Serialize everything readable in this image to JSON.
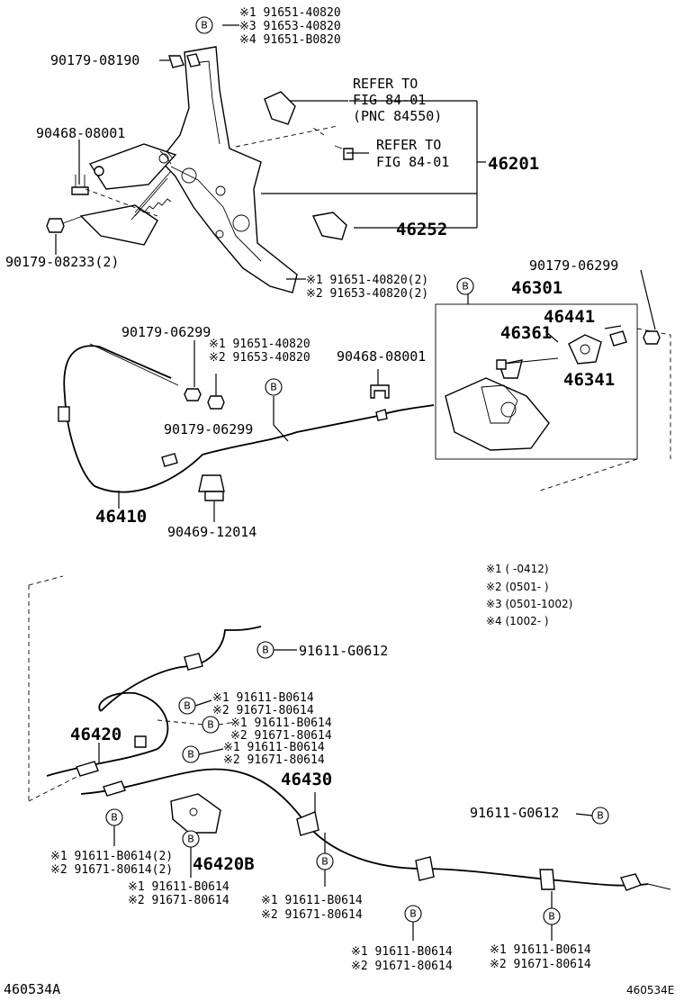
{
  "diagram": {
    "id_left": "460534A",
    "id_right": "460534E",
    "bolt_marker": "B",
    "legend": [
      "※1 (   -0412)",
      "※2 (0501-   )",
      "※3 (0501-1002)",
      "※4 (1002-   )"
    ],
    "labels": {
      "top_1": "※1 91651-40820",
      "top_2": "※3 91653-40820",
      "top_3": "※4 91651-B0820",
      "p90179_08190": "90179-08190",
      "refer1_a": "REFER TO",
      "refer1_b": "FIG 84-01",
      "refer1_c": "(PNC 84550)",
      "refer2_a": "REFER TO",
      "refer2_b": "FIG 84-01",
      "p46201": "46201",
      "p90468_top": "90468-08001",
      "p46252": "46252",
      "p90179_08233": "90179-08233(2)",
      "mid_1": "※1 91651-40820(2)",
      "mid_2": "※2 91653-40820(2)",
      "p90179_06299_r": "90179-06299",
      "p46301": "46301",
      "p46441": "46441",
      "p46361": "46361",
      "p46341": "46341",
      "p90179_06299_l": "90179-06299",
      "c_1": "※1 91651-40820",
      "c_2": "※2 91653-40820",
      "p90468_mid": "90468-08001",
      "p90179_06299_m": "90179-06299",
      "p46410": "46410",
      "p90469": "90469-12014",
      "g0612_a": "91611-G0612",
      "b1_1": "※1 91611-B0614",
      "b1_2": "※2 91671-80614",
      "b2_1": "※1 91611-B0614",
      "b2_2": "※2 91671-80614",
      "b3_1": "※1 91611-B0614",
      "b3_2": "※2 91671-80614",
      "p46420": "46420",
      "p46430": "46430",
      "g0612_b": "91611-G0612",
      "bl_1": "※1 91611-B0614(2)",
      "bl_2": "※2 91671-80614(2)",
      "p46420b": "46420B",
      "bm_1": "※1 91611-B0614",
      "bm_2": "※2 91671-80614",
      "bc_1": "※1 91611-B0614",
      "bc_2": "※2 91671-80614",
      "bb_1": "※1 91611-B0614",
      "bb_2": "※2 91671-80614",
      "br_1": "※1 91611-B0614",
      "br_2": "※2 91671-80614"
    }
  }
}
